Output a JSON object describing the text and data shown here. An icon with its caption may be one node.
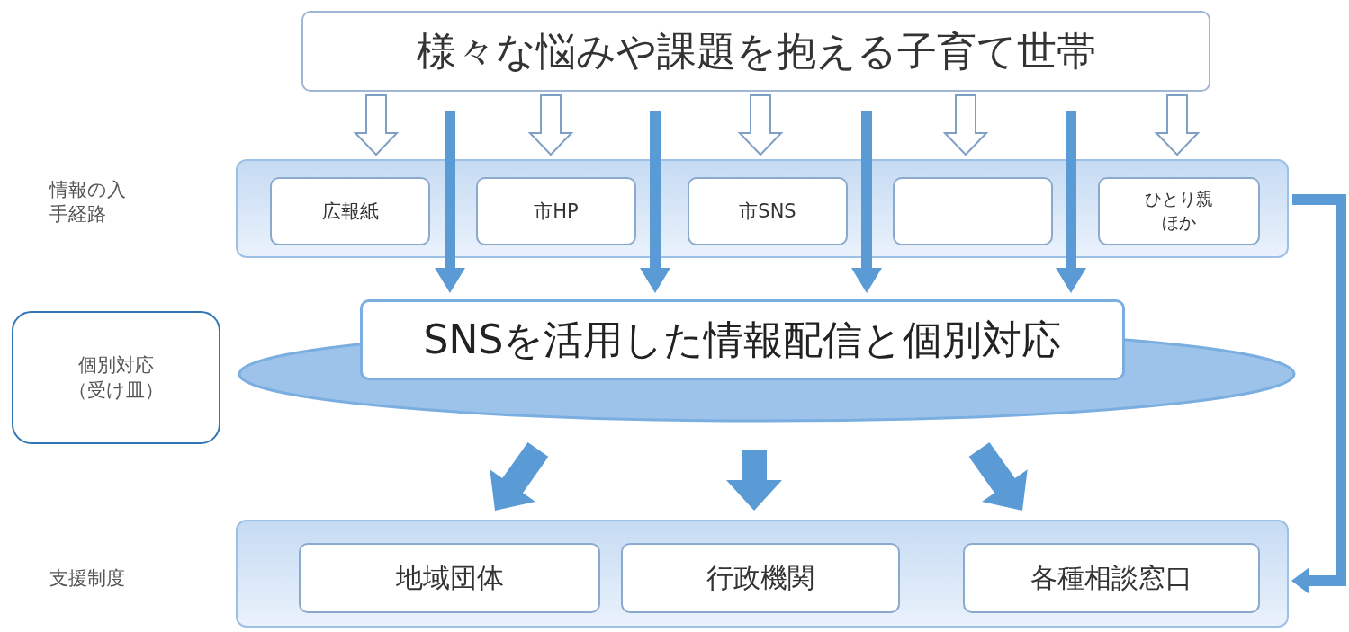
{
  "diagram": {
    "nodes": [
      {
        "text": [
          "様々な悩みや課題を抱える子育て世帯"
        ]
      },
      {
        "text": [],
        "shape": "box"
      },
      {
        "text": [
          "広報紙"
        ],
        "in": 1
      },
      {
        "text": [
          "市HP"
        ],
        "in": 1
      },
      {
        "text": [
          "市SNS"
        ],
        "in": 1
      },
      {
        "text": [],
        "shape": "box",
        "in": 1
      },
      {
        "text": [
          "ひとり親ほか"
        ],
        "in": 1
      },
      {
        "text": [
          "SNSを活用した情報配信と個別対応"
        ]
      },
      {
        "text": [
          "個別対応（受け皿）"
        ]
      },
      {
        "text": [],
        "shape": "box"
      },
      {
        "text": [
          "地域団体"
        ],
        "in": 9
      },
      {
        "text": [
          "行政機関"
        ],
        "in": 9
      },
      {
        "text": [
          "各種相談窓口"
        ],
        "in": 9
      }
    ],
    "edges": [
      {
        "from": 0,
        "to": 1,
        "arrow": "to",
        "color": "#7f9fc4"
      },
      {
        "from": 0,
        "to": 1,
        "arrow": "to",
        "color": "#7f9fc4"
      },
      {
        "from": 0,
        "to": 1,
        "arrow": "to",
        "color": "#7f9fc4"
      },
      {
        "from": 0,
        "to": 1,
        "arrow": "to",
        "color": "#7f9fc4"
      },
      {
        "from": 0,
        "to": 1,
        "arrow": "to",
        "color": "#7f9fc4"
      },
      {
        "from": 0,
        "to": 7,
        "arrow": "to",
        "style": "thick"
      },
      {
        "from": 0,
        "to": 7,
        "arrow": "to",
        "style": "thick"
      },
      {
        "from": 0,
        "to": 7,
        "arrow": "to",
        "style": "thick"
      },
      {
        "from": 0,
        "to": 7,
        "arrow": "to",
        "style": "thick"
      },
      {
        "from": 7,
        "to": 9,
        "arrow": "to",
        "style": "thick"
      },
      {
        "from": 7,
        "to": 9,
        "arrow": "to",
        "style": "thick"
      },
      {
        "from": 7,
        "to": 9,
        "arrow": "to",
        "style": "thick"
      },
      {
        "from": 1,
        "to": 9,
        "arrow": "to",
        "style": "thick"
      }
    ],
    "labels": [
      "情報の入手経路",
      "支援制度"
    ]
  }
}
